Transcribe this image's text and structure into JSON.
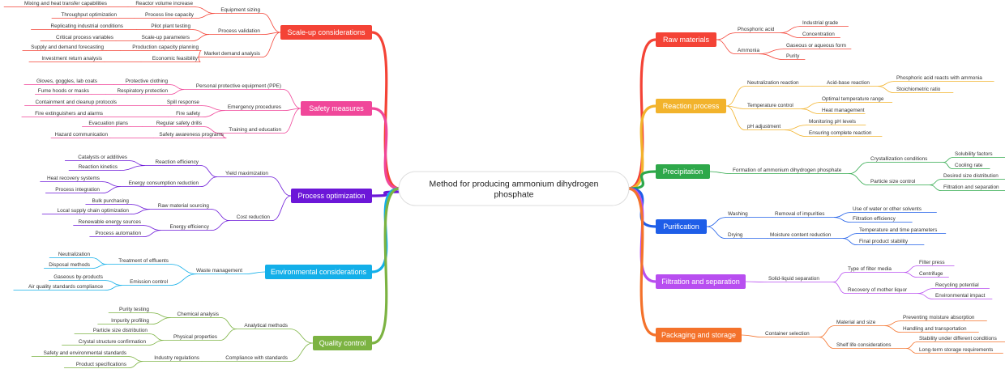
{
  "center": {
    "line1": "Method for producing ammonium dihydrogen",
    "line2": "phosphate"
  },
  "branches": [
    {
      "id": "raw-materials",
      "label": "Raw materials",
      "color": "#f44336",
      "children": [
        {
          "label": "Phosphoric acid",
          "children": [
            {
              "label": "Industrial grade"
            },
            {
              "label": "Concentration"
            }
          ]
        },
        {
          "label": "Ammonia",
          "children": [
            {
              "label": "Gaseous or aqueous form"
            },
            {
              "label": "Purity"
            }
          ]
        }
      ]
    },
    {
      "id": "reaction-process",
      "label": "Reaction process",
      "color": "#f2b32c",
      "children": [
        {
          "label": "Neutralization reaction",
          "children": [
            {
              "label": "Acid-base reaction",
              "children": [
                {
                  "label": "Phosphoric acid reacts with ammonia"
                },
                {
                  "label": "Stoichiometric ratio"
                }
              ]
            }
          ]
        },
        {
          "label": "Temperature control",
          "children": [
            {
              "label": "Optimal temperature range"
            },
            {
              "label": "Heat management"
            }
          ]
        },
        {
          "label": "pH adjustment",
          "children": [
            {
              "label": "Monitoring pH levels"
            },
            {
              "label": "Ensuring complete reaction"
            }
          ]
        }
      ]
    },
    {
      "id": "precipitation",
      "label": "Precipitation",
      "color": "#2ea84a",
      "children": [
        {
          "label": "Formation of ammonium dihydrogen phosphate",
          "children": [
            {
              "label": "Crystallization conditions",
              "children": [
                {
                  "label": "Solubility factors"
                },
                {
                  "label": "Cooling rate"
                }
              ]
            },
            {
              "label": "Particle size control",
              "children": [
                {
                  "label": "Desired size distribution"
                },
                {
                  "label": "Filtration and separation"
                }
              ]
            }
          ]
        }
      ]
    },
    {
      "id": "purification",
      "label": "Purification",
      "color": "#1e5ee8",
      "children": [
        {
          "label": "Washing",
          "children": [
            {
              "label": "Removal of impurities",
              "children": [
                {
                  "label": "Use of water or other solvents"
                },
                {
                  "label": "Filtration efficiency"
                }
              ]
            }
          ]
        },
        {
          "label": "Drying",
          "children": [
            {
              "label": "Moisture content reduction",
              "children": [
                {
                  "label": "Temperature and time parameters"
                },
                {
                  "label": "Final product stability"
                }
              ]
            }
          ]
        }
      ]
    },
    {
      "id": "filtration-separation",
      "label": "Filtration and separation",
      "color": "#b84ef0",
      "children": [
        {
          "label": "Solid-liquid separation",
          "children": [
            {
              "label": "Type of filter media",
              "children": [
                {
                  "label": "Filter press"
                },
                {
                  "label": "Centrifuge"
                }
              ]
            },
            {
              "label": "Recovery of mother liquor",
              "children": [
                {
                  "label": "Recycling potential"
                },
                {
                  "label": "Environmental impact"
                }
              ]
            }
          ]
        }
      ]
    },
    {
      "id": "packaging-storage",
      "label": "Packaging and storage",
      "color": "#f4722b",
      "children": [
        {
          "label": "Container selection",
          "children": [
            {
              "label": "Material and size",
              "children": [
                {
                  "label": "Preventing moisture absorption"
                },
                {
                  "label": "Handling and transportation"
                }
              ]
            },
            {
              "label": "Shelf life considerations",
              "children": [
                {
                  "label": "Stability under different conditions"
                },
                {
                  "label": "Long-term storage requirements"
                }
              ]
            }
          ]
        }
      ]
    },
    {
      "id": "scale-up",
      "label": "Scale-up considerations",
      "color": "#f44336",
      "children": [
        {
          "label": "Equipment sizing",
          "children": [
            {
              "label": "Reactor volume increase",
              "children": [
                {
                  "label": "Mixing and heat transfer capabilities"
                }
              ]
            },
            {
              "label": "Process line capacity",
              "children": [
                {
                  "label": "Throughput optimization"
                }
              ]
            }
          ]
        },
        {
          "label": "Process validation",
          "children": [
            {
              "label": "Pilot plant testing",
              "children": [
                {
                  "label": "Replicating industrial conditions"
                }
              ]
            },
            {
              "label": "Scale-up parameters",
              "children": [
                {
                  "label": "Critical process variables"
                }
              ]
            }
          ]
        },
        {
          "label": "Market demand analysis",
          "children": [
            {
              "label": "Production capacity planning",
              "children": [
                {
                  "label": "Supply and demand forecasting"
                }
              ]
            },
            {
              "label": "Economic feasibility",
              "children": [
                {
                  "label": "Investment return analysis"
                }
              ]
            }
          ]
        }
      ]
    },
    {
      "id": "safety-measures",
      "label": "Safety measures",
      "color": "#f0479a",
      "children": [
        {
          "label": "Personal protective equipment (PPE)",
          "children": [
            {
              "label": "Protective clothing",
              "children": [
                {
                  "label": "Gloves, goggles, lab coats"
                }
              ]
            },
            {
              "label": "Respiratory protection",
              "children": [
                {
                  "label": "Fume hoods or masks"
                }
              ]
            }
          ]
        },
        {
          "label": "Emergency procedures",
          "children": [
            {
              "label": "Spill response",
              "children": [
                {
                  "label": "Containment and cleanup protocols"
                }
              ]
            },
            {
              "label": "Fire safety",
              "children": [
                {
                  "label": "Fire extinguishers and alarms"
                }
              ]
            }
          ]
        },
        {
          "label": "Training and education",
          "children": [
            {
              "label": "Regular safety drills",
              "children": [
                {
                  "label": "Evacuation plans"
                }
              ]
            },
            {
              "label": "Safety awareness programs",
              "children": [
                {
                  "label": "Hazard communication"
                }
              ]
            }
          ]
        }
      ]
    },
    {
      "id": "process-optimization",
      "label": "Process optimization",
      "color": "#6c17d8",
      "children": [
        {
          "label": "Yield maximization",
          "children": [
            {
              "label": "Reaction efficiency",
              "children": [
                {
                  "label": "Catalysts or additives"
                },
                {
                  "label": "Reaction kinetics"
                }
              ]
            },
            {
              "label": "Energy consumption reduction",
              "children": [
                {
                  "label": "Heat recovery systems"
                },
                {
                  "label": "Process integration"
                }
              ]
            }
          ]
        },
        {
          "label": "Cost reduction",
          "children": [
            {
              "label": "Raw material sourcing",
              "children": [
                {
                  "label": "Bulk purchasing"
                },
                {
                  "label": "Local supply chain optimization"
                }
              ]
            },
            {
              "label": "Energy efficiency",
              "children": [
                {
                  "label": "Renewable energy sources"
                },
                {
                  "label": "Process automation"
                }
              ]
            }
          ]
        }
      ]
    },
    {
      "id": "environmental",
      "label": "Environmental considerations",
      "color": "#13afe9",
      "children": [
        {
          "label": "Waste management",
          "children": [
            {
              "label": "Treatment of effluents",
              "children": [
                {
                  "label": "Neutralization"
                },
                {
                  "label": "Disposal methods"
                }
              ]
            },
            {
              "label": "Emission control",
              "children": [
                {
                  "label": "Gaseous by-products"
                },
                {
                  "label": "Air quality standards compliance"
                }
              ]
            }
          ]
        }
      ]
    },
    {
      "id": "quality-control",
      "label": "Quality control",
      "color": "#7cb342",
      "children": [
        {
          "label": "Analytical methods",
          "children": [
            {
              "label": "Chemical analysis",
              "children": [
                {
                  "label": "Purity testing"
                },
                {
                  "label": "Impurity profiling"
                }
              ]
            },
            {
              "label": "Physical properties",
              "children": [
                {
                  "label": "Particle size distribution"
                },
                {
                  "label": "Crystal structure confirmation"
                }
              ]
            }
          ]
        },
        {
          "label": "Compliance with standards",
          "children": [
            {
              "label": "Industry regulations",
              "children": [
                {
                  "label": "Safety and environmental standards"
                },
                {
                  "label": "Product specifications"
                }
              ]
            }
          ]
        }
      ]
    }
  ]
}
